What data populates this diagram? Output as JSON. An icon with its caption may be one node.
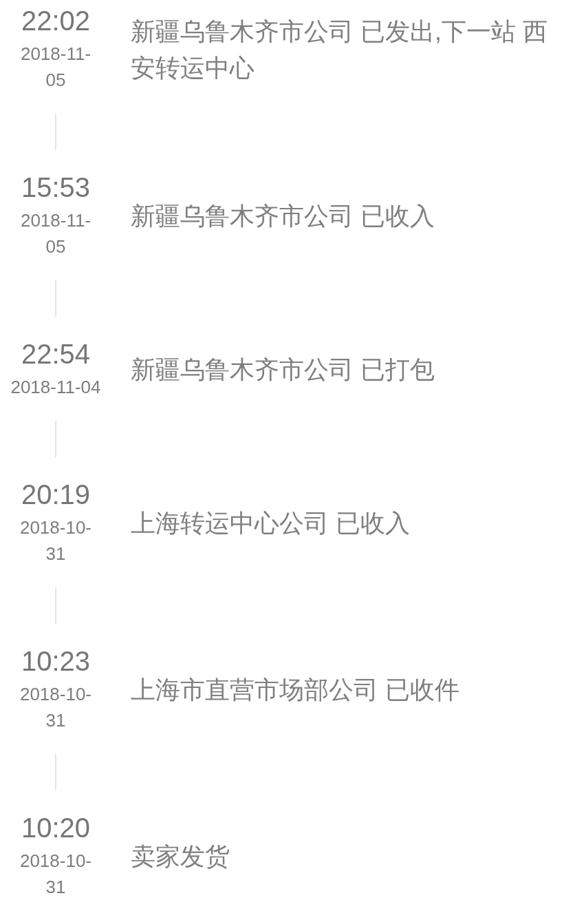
{
  "diagram": {
    "nodes": [
      {
        "text": [
          "22:02",
          "2018-11-05"
        ],
        "beside": [
          "新疆乌鲁木齐市公司 已发出,下一站 西安转运中心"
        ]
      },
      {
        "text": [
          "15:53",
          "2018-11-05"
        ],
        "beside": [
          "新疆乌鲁木齐市公司 已收入"
        ]
      },
      {
        "text": [
          "22:54",
          "2018-11-04"
        ],
        "beside": [
          "新疆乌鲁木齐市公司 已打包"
        ]
      },
      {
        "text": [
          "20:19",
          "2018-10-31"
        ],
        "beside": [
          "上海转运中心公司 已收入"
        ]
      },
      {
        "text": [
          "10:23",
          "2018-10-31"
        ],
        "beside": [
          "上海市直营市场部公司 已收件"
        ]
      },
      {
        "text": [
          "10:20",
          "2018-10-31"
        ],
        "beside": [
          "卖家发货"
        ]
      }
    ],
    "edges": [
      {
        "from": 0,
        "to": 1,
        "arrow": "none"
      },
      {
        "from": 1,
        "to": 2,
        "arrow": "none"
      },
      {
        "from": 2,
        "to": 3,
        "arrow": "none"
      },
      {
        "from": 3,
        "to": 4,
        "arrow": "none"
      },
      {
        "from": 4,
        "to": 5,
        "arrow": "none"
      }
    ]
  }
}
